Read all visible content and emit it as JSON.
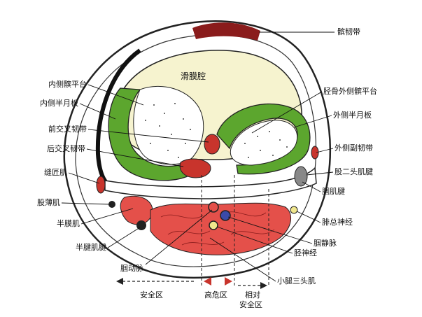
{
  "colors": {
    "synovial_cavity": "#f6f3cf",
    "meniscus": "#5ca62e",
    "ligament": "#c8342c",
    "muscle": "#e4504a",
    "skin_outline": "#222222",
    "hazard_arrow": "#c8342c"
  },
  "labels": {
    "patellar_ligament": "髌韧带",
    "synovial_cavity": "滑膜腔",
    "medial_tibial_plateau": "内侧髌平台",
    "medial_meniscus": "内侧半月板",
    "acl": "前交叉韧带",
    "pcl": "后交叉韧带",
    "sartorius_tendon": "缝匠肌",
    "gracilis": "股薄肌",
    "semimembranosus": "半膜肌",
    "semitendinosus_tendon": "半腱肌腱",
    "popliteal_artery": "腘动脉",
    "lateral_tibial_plateau": "胫骨外侧髌平台",
    "lateral_meniscus": "外侧半月板",
    "lateral_collateral_ligament": "外侧副韧带",
    "biceps_femoris_tendon": "股二头肌腱",
    "popliteus_tendon": "腘肌腱",
    "common_peroneal_nerve": "腓总神经",
    "popliteal_vein": "腘静脉",
    "tibial_nerve": "胫神经",
    "triceps_surae": "小腿三头肌"
  },
  "zones": {
    "safe": "安全区",
    "danger": "高危区",
    "relative_line1": "相对",
    "relative_line2": "安全区"
  }
}
